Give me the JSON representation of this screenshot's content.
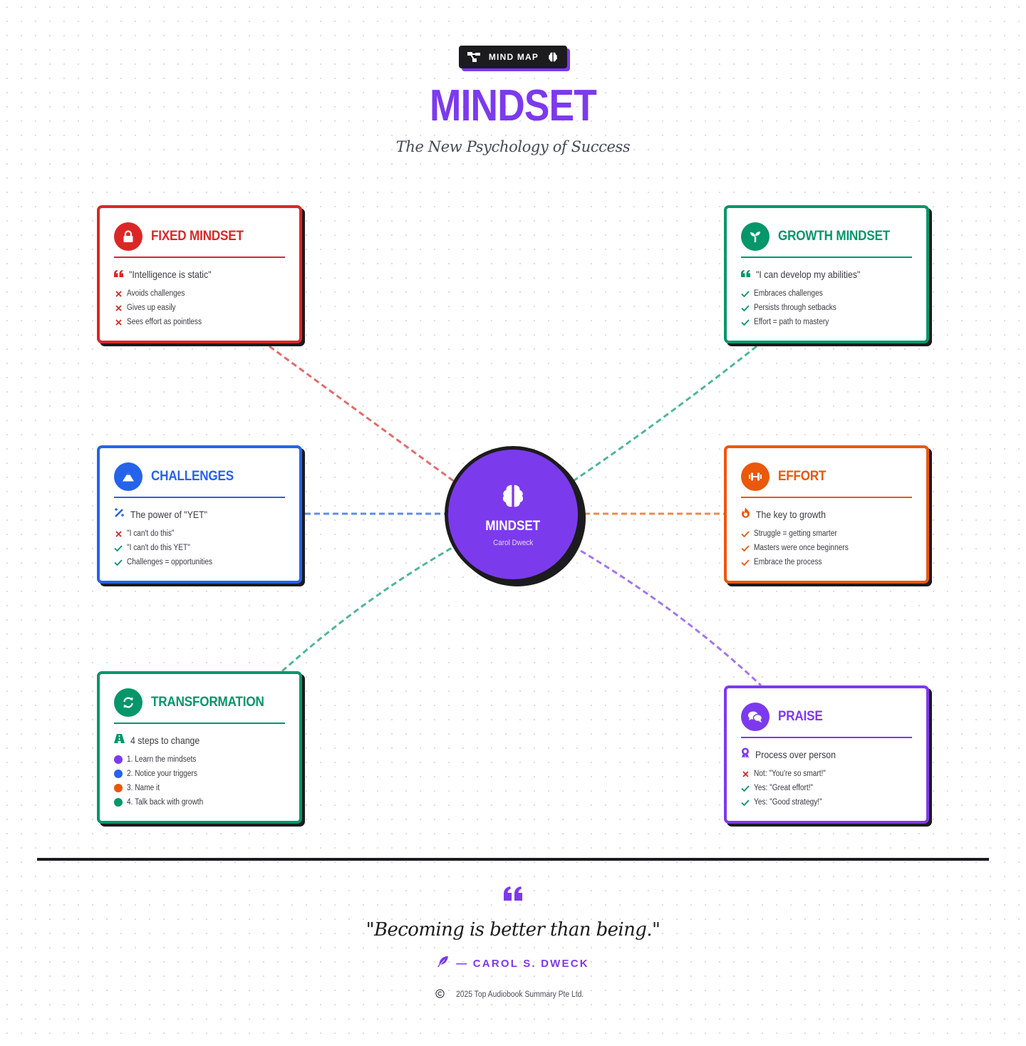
{
  "header": {
    "badge": {
      "label": "MIND MAP",
      "left_icon": "sitemap-icon",
      "right_icon": "brain-icon"
    },
    "title": "MINDSET",
    "subtitle": "The New Psychology of Success"
  },
  "colors": {
    "purple": "#7c3aed",
    "red": "#dc2626",
    "green": "#059669",
    "blue": "#2563eb",
    "orange": "#ea580c",
    "dark": "#1c1b1d"
  },
  "center": {
    "icon": "brain-icon",
    "title": "MINDSET",
    "subtitle": "Carol Dweck"
  },
  "cards": [
    {
      "id": "fixed-mindset",
      "title": "FIXED MINDSET",
      "icon": "lock-icon",
      "color": "#dc2626",
      "sub_icon": "quote-icon",
      "subtitle": "\"Intelligence is static\"",
      "items": [
        {
          "mark": "cross",
          "text": "Avoids challenges"
        },
        {
          "mark": "cross",
          "text": "Gives up easily"
        },
        {
          "mark": "cross",
          "text": "Sees effort as pointless"
        }
      ]
    },
    {
      "id": "growth-mindset",
      "title": "GROWTH MINDSET",
      "icon": "seedling-icon",
      "color": "#059669",
      "sub_icon": "quote-icon",
      "subtitle": "\"I can develop my abilities\"",
      "items": [
        {
          "mark": "check",
          "text": "Embraces challenges"
        },
        {
          "mark": "check",
          "text": "Persists through setbacks"
        },
        {
          "mark": "check",
          "text": "Effort = path to mastery"
        }
      ]
    },
    {
      "id": "challenges",
      "title": "CHALLENGES",
      "icon": "mountain-icon",
      "color": "#2563eb",
      "sub_icon": "magic-wand-icon",
      "subtitle": "The power of \"YET\"",
      "items": [
        {
          "mark": "cross",
          "text": "\"I can't do this\""
        },
        {
          "mark": "check",
          "text": "\"I can't do this YET\""
        },
        {
          "mark": "check",
          "text": "Challenges = opportunities"
        }
      ]
    },
    {
      "id": "effort",
      "title": "EFFORT",
      "icon": "dumbbell-icon",
      "color": "#ea580c",
      "sub_icon": "fire-icon",
      "subtitle": "The key to growth",
      "items": [
        {
          "mark": "check",
          "text": "Struggle = getting smarter"
        },
        {
          "mark": "check",
          "text": "Masters were once beginners"
        },
        {
          "mark": "check",
          "text": "Embrace the process"
        }
      ]
    },
    {
      "id": "transformation",
      "title": "TRANSFORMATION",
      "icon": "sync-icon",
      "color": "#059669",
      "sub_icon": "road-icon",
      "subtitle": "4 steps to change",
      "items": [
        {
          "mark": "dot",
          "dot_color": "#7c3aed",
          "text": "1. Learn the mindsets"
        },
        {
          "mark": "dot",
          "dot_color": "#2563eb",
          "text": "2. Notice your triggers"
        },
        {
          "mark": "dot",
          "dot_color": "#ea580c",
          "text": "3. Name it"
        },
        {
          "mark": "dot",
          "dot_color": "#059669",
          "text": "4. Talk back with growth"
        }
      ]
    },
    {
      "id": "praise",
      "title": "PRAISE",
      "icon": "comments-icon",
      "color": "#7c3aed",
      "sub_icon": "award-icon",
      "subtitle": "Process over person",
      "items": [
        {
          "mark": "cross",
          "text": "Not: \"You're so smart!\""
        },
        {
          "mark": "check",
          "text": "Yes: \"Great effort!\""
        },
        {
          "mark": "check",
          "text": "Yes: \"Good strategy!\""
        }
      ]
    }
  ],
  "connectors": [
    {
      "to": "fixed-mindset",
      "color": "#e56b6b"
    },
    {
      "to": "growth-mindset",
      "color": "#4fb892"
    },
    {
      "to": "challenges",
      "color": "#5b8def"
    },
    {
      "to": "effort",
      "color": "#f0894f"
    },
    {
      "to": "transformation",
      "color": "#4fb892"
    },
    {
      "to": "praise",
      "color": "#a476f0"
    }
  ],
  "footer": {
    "quote_icon": "quote-left-icon",
    "quote": "\"Becoming is better than being.\"",
    "attribution_icon": "feather-icon",
    "attribution": "— CAROL S. DWECK",
    "copyright_icon": "copyright-icon",
    "copyright": "2025 Top Audiobook Summary Pte Ltd."
  }
}
